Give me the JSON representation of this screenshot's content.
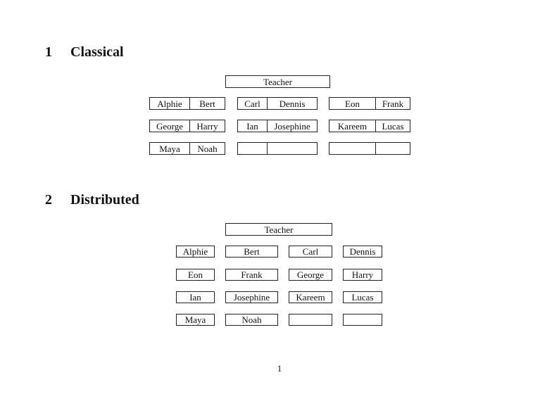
{
  "document": {
    "sections": [
      {
        "number": "1",
        "title": "Classical"
      },
      {
        "number": "2",
        "title": "Distributed"
      }
    ],
    "page_number": "1"
  },
  "classical": {
    "teacher": "Teacher",
    "rows": [
      [
        [
          "Alphie",
          "Bert"
        ],
        [
          "Carl",
          "Dennis"
        ],
        [
          "Eon",
          "Frank"
        ]
      ],
      [
        [
          "George",
          "Harry"
        ],
        [
          "Ian",
          "Josephine"
        ],
        [
          "Kareem",
          "Lucas"
        ]
      ],
      [
        [
          "Maya",
          "Noah"
        ],
        [
          "",
          ""
        ],
        [
          "",
          ""
        ]
      ]
    ]
  },
  "distributed": {
    "teacher": "Teacher",
    "rows": [
      [
        "Alphie",
        "Bert",
        "Carl",
        "Dennis"
      ],
      [
        "Eon",
        "Frank",
        "George",
        "Harry"
      ],
      [
        "Ian",
        "Josephine",
        "Kareem",
        "Lucas"
      ],
      [
        "Maya",
        "Noah",
        "",
        ""
      ]
    ]
  },
  "colors": {
    "background": "#ffffff",
    "border": "#222222",
    "text": "#111111"
  }
}
